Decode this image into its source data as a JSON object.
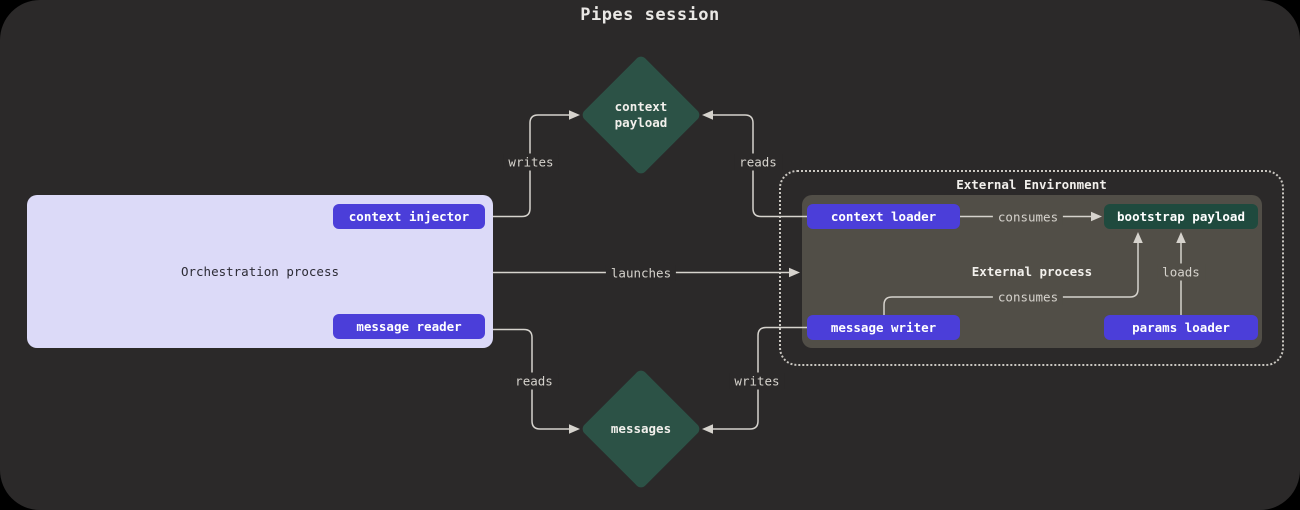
{
  "title": "Pipes session",
  "orchestration": {
    "label": "Orchestration process",
    "buttons": {
      "context_injector": "context injector",
      "message_reader": "message reader"
    }
  },
  "diamonds": {
    "context_payload": "context\npayload",
    "messages": "messages"
  },
  "external_environment": {
    "title": "External Environment",
    "process_label": "External process",
    "buttons": {
      "context_loader": "context loader",
      "message_writer": "message writer",
      "params_loader": "params loader"
    },
    "bootstrap_payload": "bootstrap payload"
  },
  "edge_labels": {
    "writes_top": "writes",
    "reads_top": "reads",
    "launches": "launches",
    "consumes_top": "consumes",
    "consumes_bottom": "consumes",
    "loads": "loads",
    "reads_bottom": "reads",
    "writes_bottom": "writes"
  },
  "colors": {
    "background": "#000000",
    "panel": "#2b2929",
    "node_purple": "#4b3ed9",
    "node_lavender": "#dcdaf8",
    "diamond_green": "#2c5246",
    "payload_green": "#1f4a3e",
    "process_gray": "#514e47",
    "line": "#d6d3cd"
  }
}
